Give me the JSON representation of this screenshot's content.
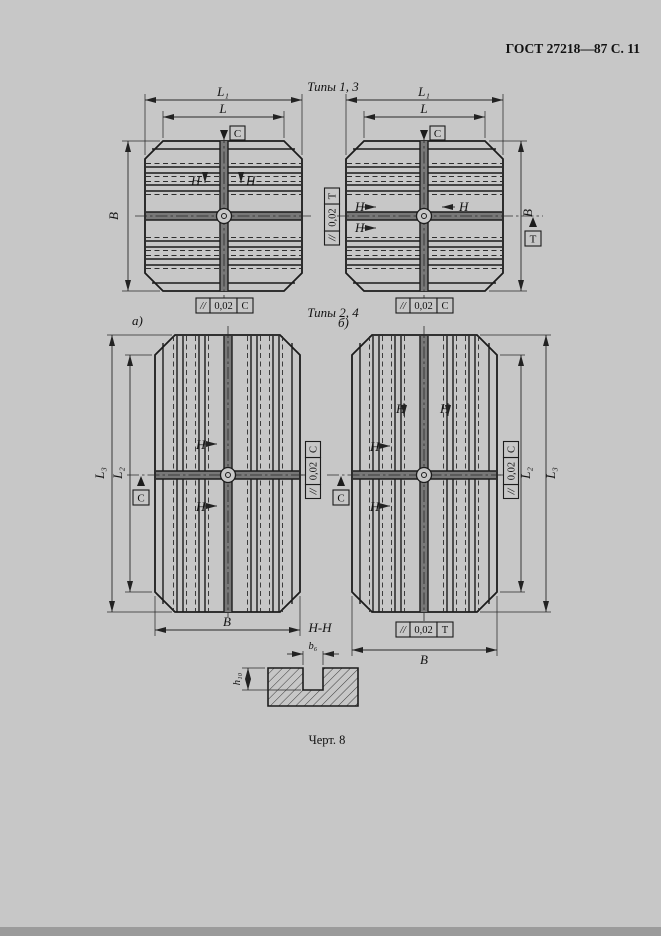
{
  "page": {
    "header": "ГОСТ 27218—87 С. 11",
    "caption": "Черт. 8"
  },
  "titles": {
    "types_top": "Типы 1, 3",
    "types_bottom": "Типы 2, 4",
    "view_a": "а)",
    "view_b": "б)",
    "section": "Н-Н"
  },
  "dims": {
    "L1": "L₁",
    "L": "L",
    "B": "В",
    "L2": "L₂",
    "L3": "L₃",
    "H": "Н",
    "b6": "b₆",
    "h10": "h₁₀"
  },
  "datums": {
    "C": "С",
    "T": "Т"
  },
  "tolerance": {
    "symbol": "//",
    "value": "0,02"
  }
}
